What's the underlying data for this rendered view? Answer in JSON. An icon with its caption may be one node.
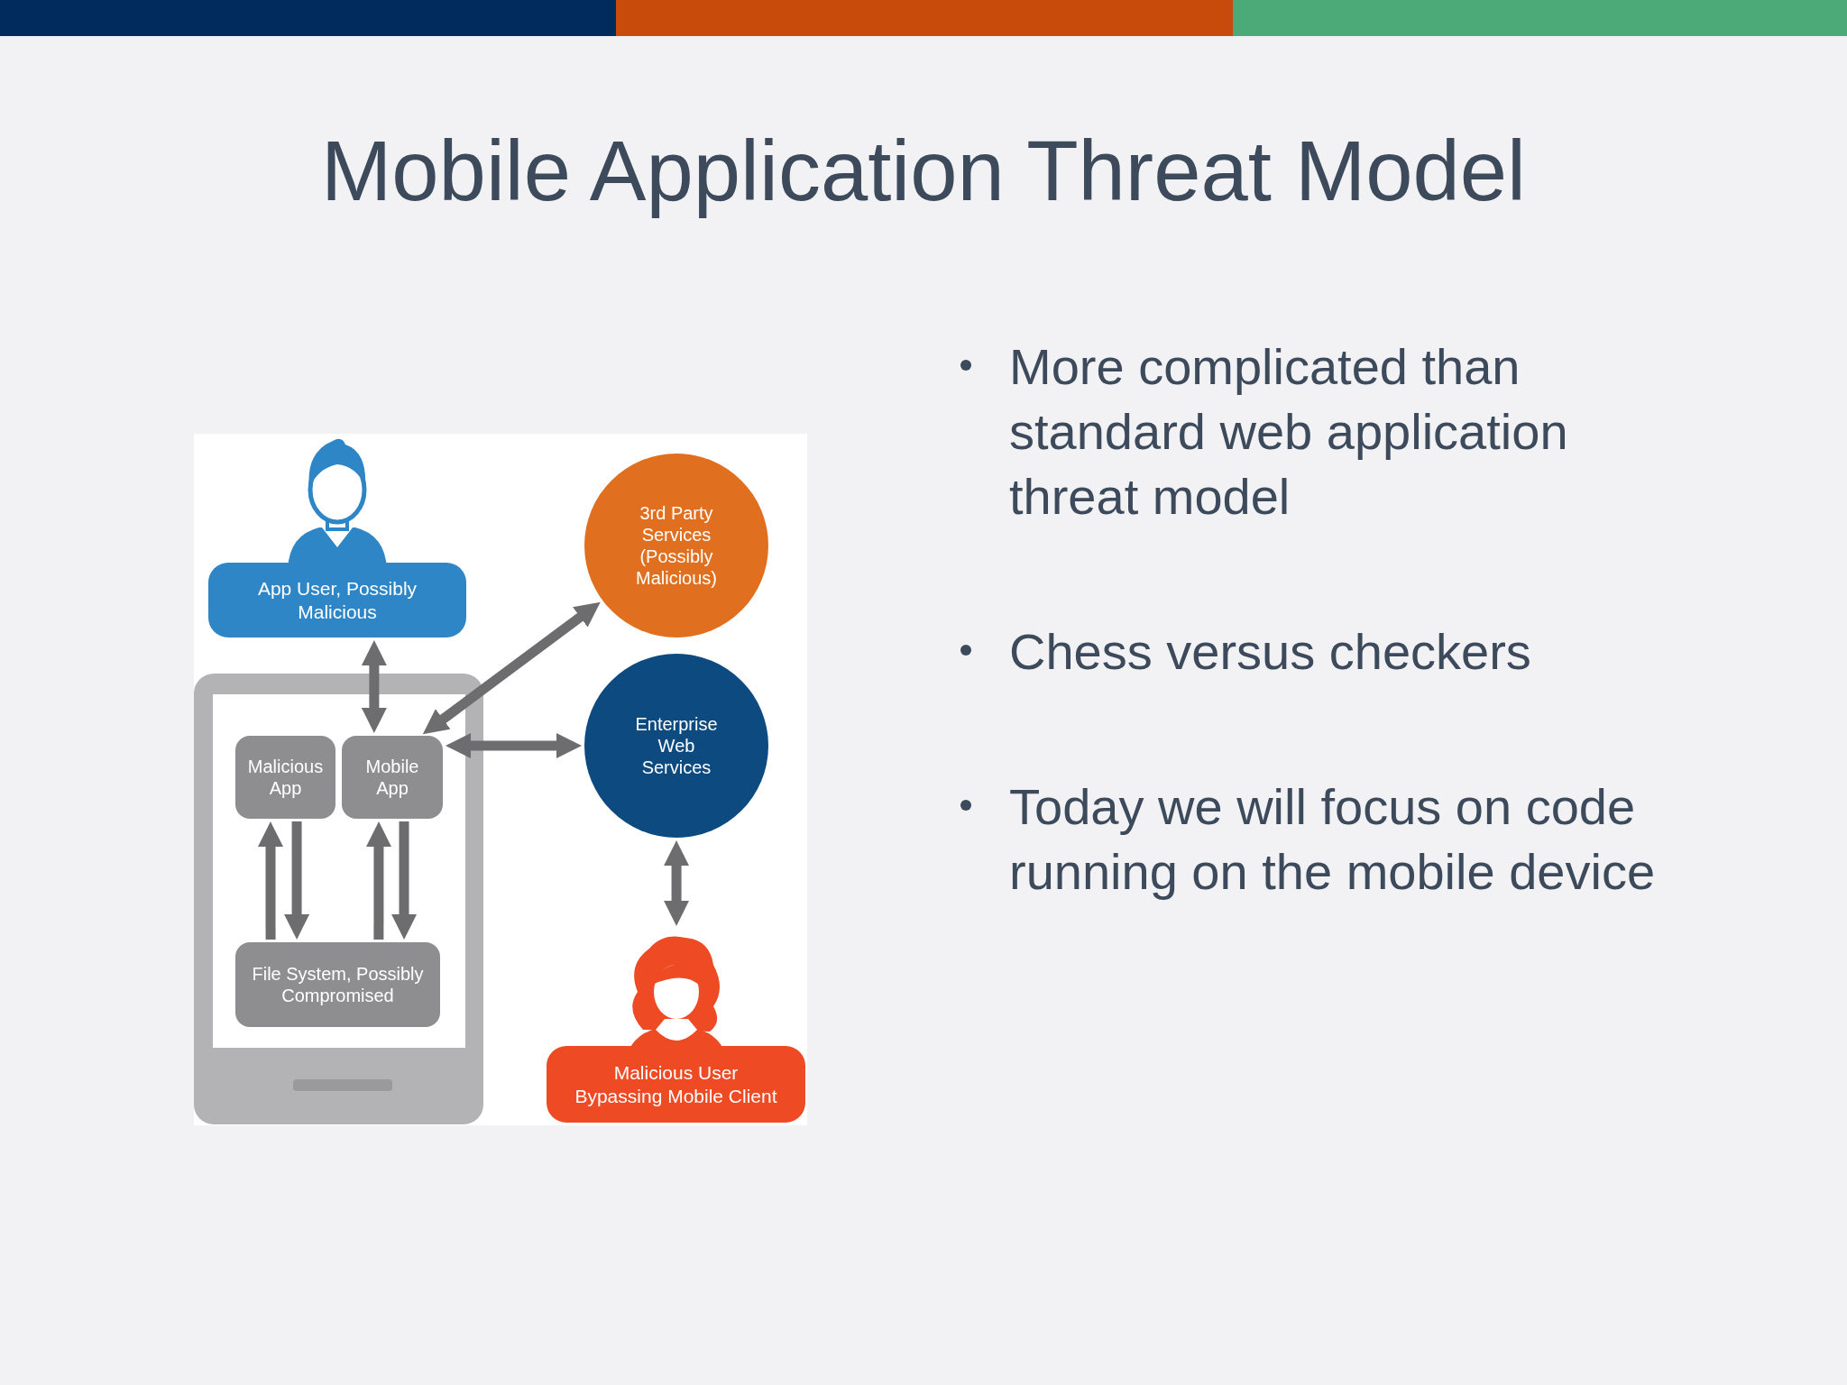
{
  "diagram": {
    "title": "Mobile Application Threat Model",
    "nodes": [
      {
        "text": [
          "App User, Possibly Malicious"
        ]
      },
      {
        "text": [],
        "shape": "phone"
      },
      {
        "text": [
          "Malicious App"
        ],
        "in": 1
      },
      {
        "text": [
          "Mobile App"
        ],
        "in": 1
      },
      {
        "text": [
          "File System, Possibly Compromised"
        ],
        "in": 1
      },
      {
        "text": [
          "3rd Party Services (Possibly Malicious)"
        ]
      },
      {
        "text": [
          "Enterprise Web Services"
        ]
      },
      {
        "text": [
          "Malicious User Bypassing Mobile Client"
        ]
      }
    ],
    "edges": [
      {
        "from": 0,
        "to": 3,
        "arrow": "both"
      },
      {
        "from": 3,
        "to": 5,
        "arrow": "both"
      },
      {
        "from": 3,
        "to": 6,
        "arrow": "both"
      },
      {
        "from": 4,
        "to": 2,
        "arrow": "to"
      },
      {
        "from": 2,
        "to": 4,
        "arrow": "to"
      },
      {
        "from": 4,
        "to": 3,
        "arrow": "to"
      },
      {
        "from": 3,
        "to": 4,
        "arrow": "to"
      },
      {
        "from": 6,
        "to": 7,
        "arrow": "both"
      }
    ],
    "labels": [
      "More complicated than standard web application threat model",
      "Chess versus checkers",
      "Today we will focus on code running on the mobile device"
    ]
  }
}
